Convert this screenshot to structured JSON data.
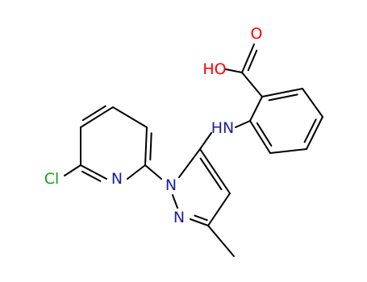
{
  "molecule": {
    "colors": {
      "bond": "#000000",
      "oxygen": "#ff0000",
      "nitrogen": "#1f1f99",
      "chlorine": "#15a015"
    },
    "atoms": {
      "carbonyl_o": "O",
      "hydroxyl": "HO",
      "amine": "HN",
      "pyridine_n": "N",
      "pyrazole_n1": "N",
      "pyrazole_n2": "N",
      "chlorine": "Cl"
    }
  }
}
